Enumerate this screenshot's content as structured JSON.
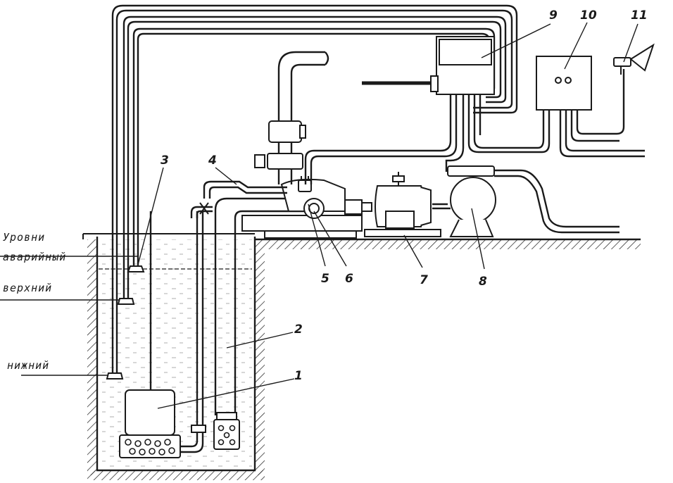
{
  "levels": {
    "heading": "Уровни",
    "emergency": "аварийный",
    "upper": "верхний",
    "lower": "нижний"
  },
  "callouts": [
    "1",
    "2",
    "3",
    "4",
    "5",
    "6",
    "7",
    "8",
    "9",
    "10",
    "11"
  ],
  "colors": {
    "ink": "#1a1a1a",
    "water": "#f3f3f3"
  }
}
